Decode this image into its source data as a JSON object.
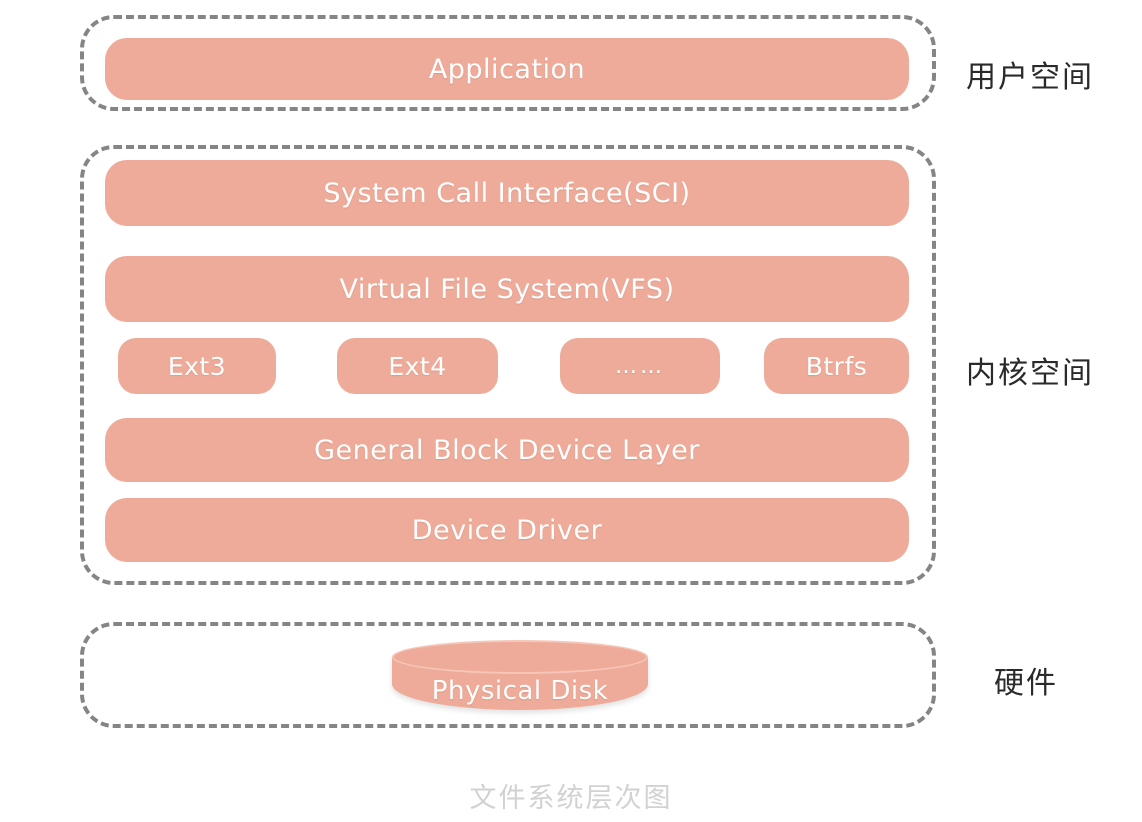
{
  "diagram": {
    "caption": "文件系统层次图",
    "colors": {
      "box_fill": "#eeab99",
      "box_text": "#ffffff",
      "group_border": "#858585",
      "zone_label": "#2a2a2a",
      "caption": "#d2d2d2",
      "background": "#ffffff"
    },
    "zones": [
      {
        "id": "user-space",
        "label": "用户空间"
      },
      {
        "id": "kernel-space",
        "label": "内核空间"
      },
      {
        "id": "hardware",
        "label": "硬件"
      }
    ],
    "user_space": {
      "layers": [
        {
          "id": "application",
          "label": "Application"
        }
      ]
    },
    "kernel_space": {
      "layers": [
        {
          "id": "sci",
          "label": "System Call Interface(SCI)"
        },
        {
          "id": "vfs",
          "label": "Virtual File System(VFS)"
        },
        {
          "id": "general-block-device-layer",
          "label": "General Block Device Layer"
        },
        {
          "id": "device-driver",
          "label": "Device Driver"
        }
      ],
      "filesystems": [
        {
          "id": "ext3",
          "label": "Ext3"
        },
        {
          "id": "ext4",
          "label": "Ext4"
        },
        {
          "id": "ellipsis",
          "label": "……"
        },
        {
          "id": "btrfs",
          "label": "Btrfs"
        }
      ]
    },
    "hardware": {
      "disk": {
        "id": "physical-disk",
        "label": "Physical Disk"
      }
    }
  }
}
